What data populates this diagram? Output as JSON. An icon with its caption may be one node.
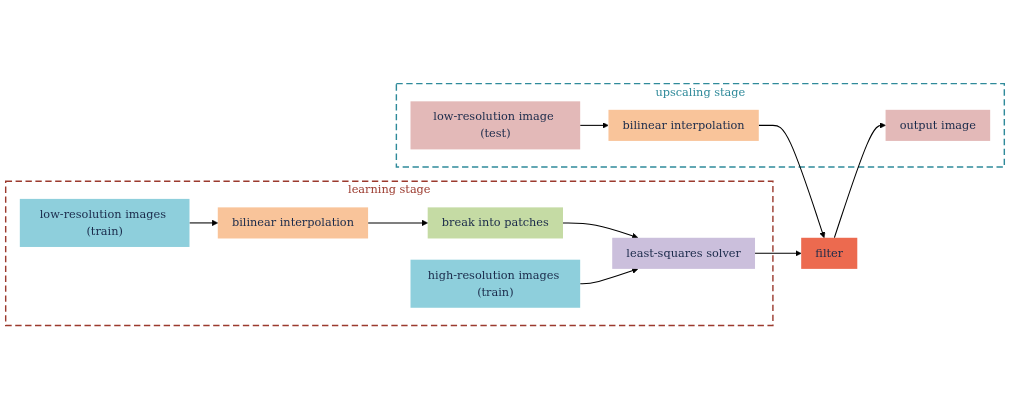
{
  "diagram": {
    "nodes": [
      {
        "text": [
          "learning stage"
        ]
      },
      {
        "text": [
          "high-resolution images (train)"
        ],
        "in": 0
      },
      {
        "text": [
          "low-resolution images (train)"
        ],
        "in": 0
      },
      {
        "text": [
          "bilinear interpolation"
        ],
        "in": 0
      },
      {
        "text": [
          "break into patches"
        ],
        "in": 0
      },
      {
        "text": [
          "least-squares solver"
        ],
        "in": 0
      },
      {
        "text": [
          "upscaling stage"
        ]
      },
      {
        "text": [
          "filter"
        ]
      },
      {
        "text": [
          "output image"
        ],
        "in": 6
      },
      {
        "text": [
          "low-resolution image (test)"
        ],
        "in": 6
      },
      {
        "text": [
          "bilinear interpolation"
        ],
        "in": 6
      }
    ],
    "edges": [
      {
        "from": 2,
        "to": 3,
        "arrow": "to"
      },
      {
        "from": 3,
        "to": 4,
        "arrow": "to"
      },
      {
        "from": 4,
        "to": 5,
        "arrow": "to"
      },
      {
        "from": 1,
        "to": 5,
        "arrow": "to"
      },
      {
        "from": 5,
        "to": 7,
        "arrow": "to"
      },
      {
        "from": 7,
        "to": 8,
        "arrow": "to"
      },
      {
        "from": 9,
        "to": 10,
        "arrow": "to"
      },
      {
        "from": 10,
        "to": 7,
        "arrow": "to"
      }
    ]
  }
}
